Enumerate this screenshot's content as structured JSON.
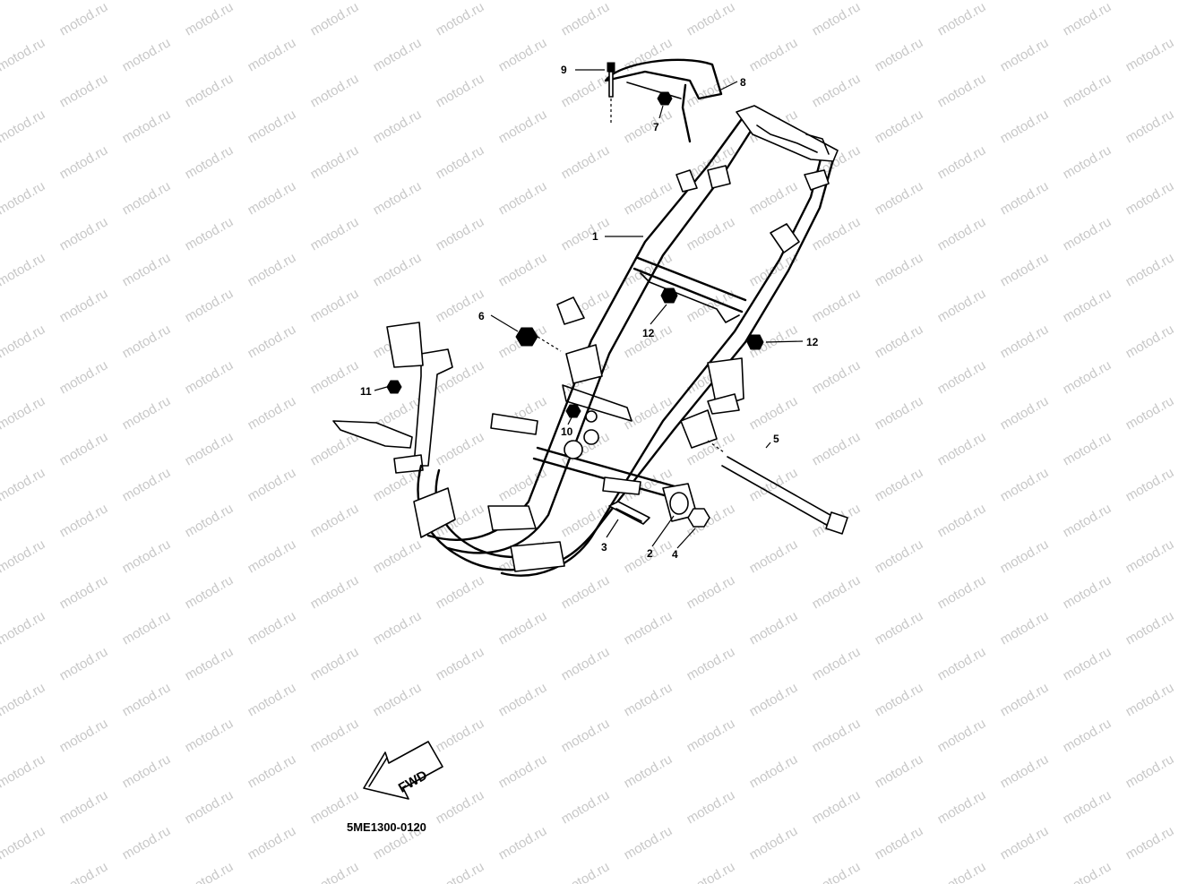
{
  "watermark": "motod.ru",
  "diagram_code": "5ME1300-0120",
  "fwd_label": "FWD",
  "callouts": {
    "c1": "1",
    "c2": "2",
    "c3": "3",
    "c4": "4",
    "c5": "5",
    "c6": "6",
    "c7": "7",
    "c8": "8",
    "c9": "9",
    "c10": "10",
    "c11": "11",
    "c12a": "12",
    "c12b": "12"
  }
}
